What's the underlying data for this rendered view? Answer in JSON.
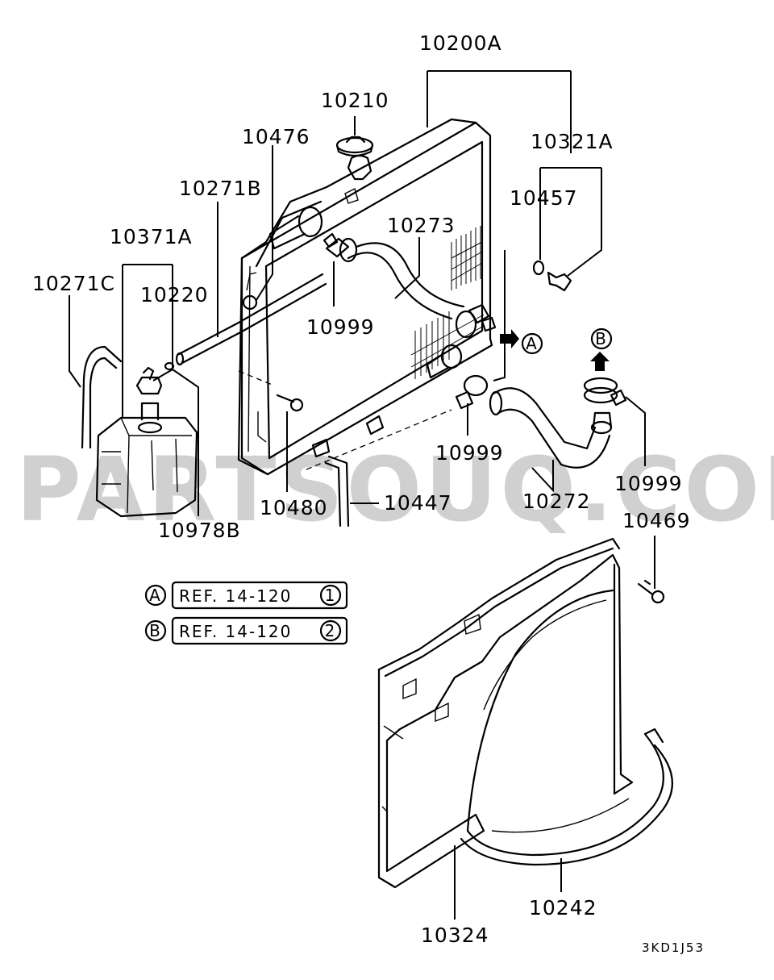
{
  "watermark": "PARTSOUQ.COM",
  "diagram_code": "3KD1J53",
  "parts": {
    "radiator_assy": "10200A",
    "radiator_cap": "10210",
    "drain_plug_set": "10321A",
    "drain_washer": "10457",
    "bolt_upper": "10476",
    "reserve_hose_upper": "10271B",
    "upper_hose": "10273",
    "reserve_tank_assy": "10371A",
    "reserve_tank_cap": "10220",
    "reserve_hose_lower": "10271C",
    "clamp_upper": "10999",
    "clamp_lower": "10999",
    "clamp_right": "10999",
    "bolt_mount": "10480",
    "drain_hose": "10447",
    "lower_hose": "10272",
    "clip": "10978B",
    "bolt_shroud": "10469",
    "fan_shroud": "10324",
    "fan_shroud_ring": "10242"
  },
  "refs": {
    "a": {
      "marker": "A",
      "text": "REF. 14-120",
      "num": "1"
    },
    "b": {
      "marker": "B",
      "text": "REF. 14-120",
      "num": "2"
    }
  }
}
